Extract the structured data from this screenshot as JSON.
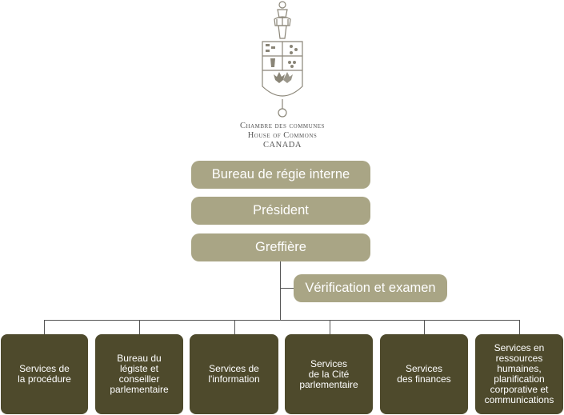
{
  "header": {
    "line1": "Chambre des communes",
    "line2": "House of Commons",
    "line3": "CANADA"
  },
  "logo_icon": "coat-of-arms-mace-icon",
  "colors": {
    "top_boxes": "#a9a585",
    "service_boxes": "#4e4a2c",
    "connectors": "#555555"
  },
  "chain": {
    "board": "Bureau de régie interne",
    "speaker": "Président",
    "clerk": "Greffière",
    "audit": "Vérification et examen"
  },
  "services": [
    "Services de\nla procédure",
    "Bureau du\nlégiste et\nconseiller\nparlementaire",
    "Services de\nl'information",
    "Services\nde la Cité\nparlementaire",
    "Services\ndes finances",
    "Services en\nressources\nhumaines,\nplanification\ncorporative et\ncommunications"
  ]
}
